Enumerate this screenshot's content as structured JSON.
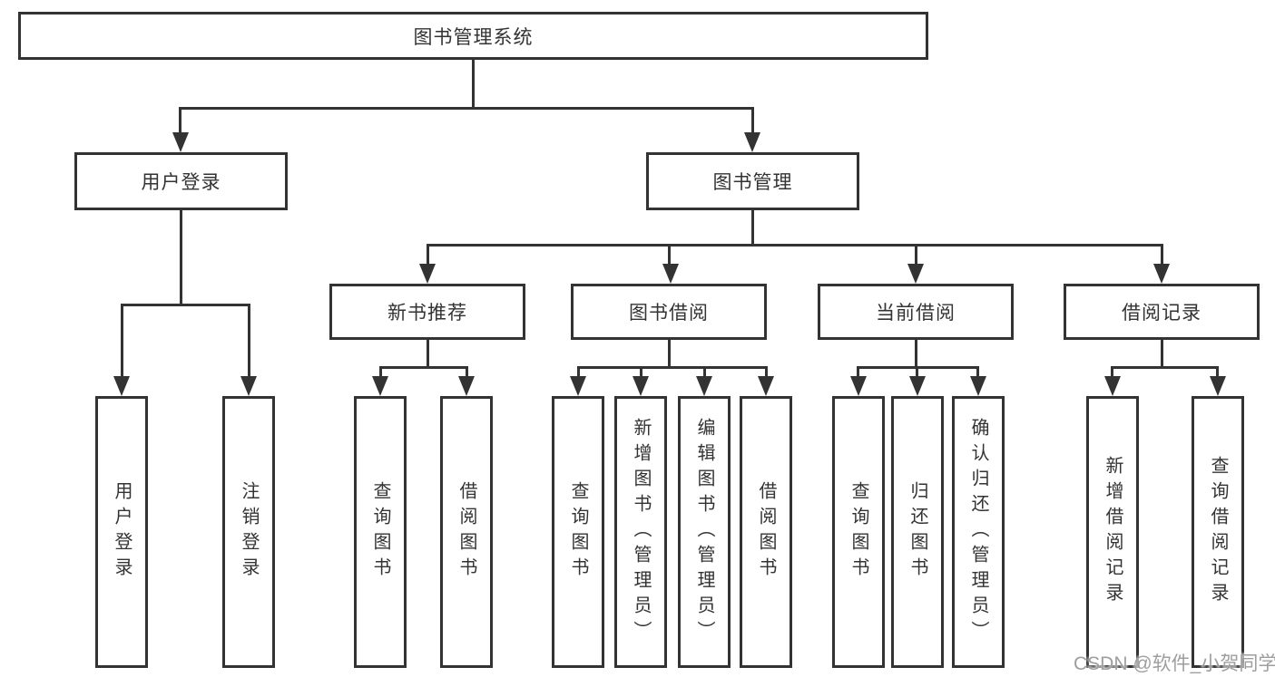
{
  "tree": {
    "root": "图书管理系统",
    "user_login": {
      "label": "用户登录",
      "children": [
        "用户登录",
        "注销登录"
      ]
    },
    "book_management": {
      "label": "图书管理",
      "sections": {
        "new_book": {
          "label": "新书推荐",
          "children": [
            "查询图书",
            "借阅图书"
          ]
        },
        "borrow": {
          "label": "图书借阅",
          "children": [
            "查询图书",
            "新增图书（管理员）",
            "编辑图书（管理员）",
            "借阅图书"
          ]
        },
        "current": {
          "label": "当前借阅",
          "children": [
            "查询图书",
            "归还图书",
            "确认归还（管理员）"
          ]
        },
        "records": {
          "label": "借阅记录",
          "children": [
            "新增借阅记录",
            "查询借阅记录"
          ]
        }
      }
    }
  },
  "watermark": "CSDN @软件_小贺同学",
  "colors": {
    "line": "#333333",
    "text": "#333333",
    "background": "#ffffff",
    "watermark": "#9e9e9e"
  }
}
